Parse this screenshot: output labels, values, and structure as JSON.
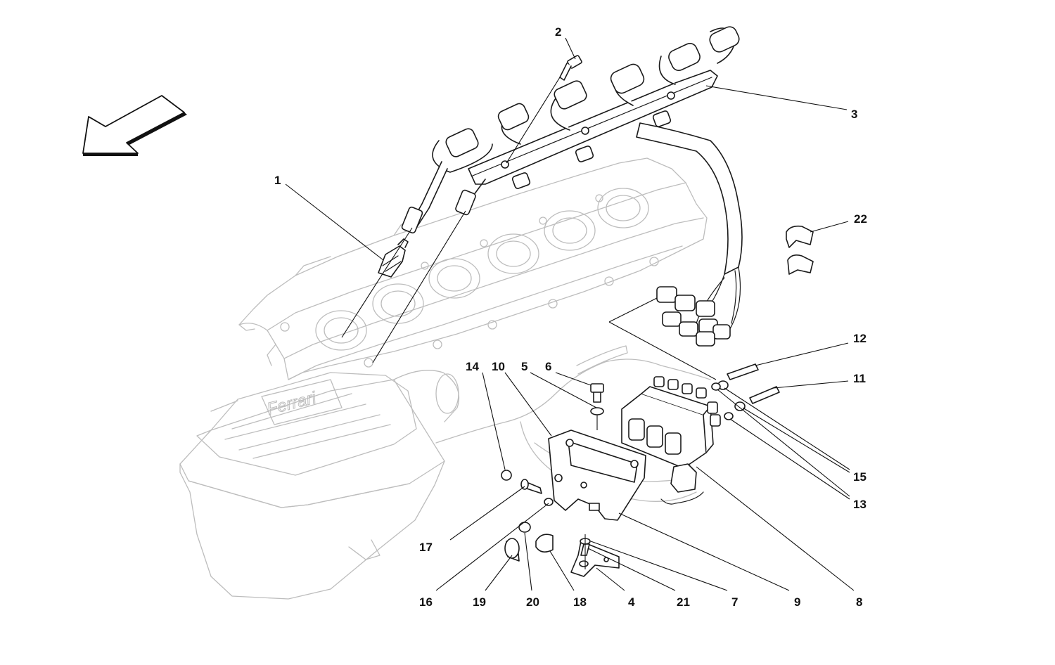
{
  "callouts": [
    {
      "id": "1",
      "label": "1"
    },
    {
      "id": "2",
      "label": "2"
    },
    {
      "id": "3",
      "label": "3"
    },
    {
      "id": "22",
      "label": "22"
    },
    {
      "id": "12",
      "label": "12"
    },
    {
      "id": "11",
      "label": "11"
    },
    {
      "id": "14",
      "label": "14"
    },
    {
      "id": "10",
      "label": "10"
    },
    {
      "id": "5",
      "label": "5"
    },
    {
      "id": "6",
      "label": "6"
    },
    {
      "id": "15",
      "label": "15"
    },
    {
      "id": "13",
      "label": "13"
    },
    {
      "id": "17",
      "label": "17"
    },
    {
      "id": "16",
      "label": "16"
    },
    {
      "id": "19",
      "label": "19"
    },
    {
      "id": "20",
      "label": "20"
    },
    {
      "id": "18",
      "label": "18"
    },
    {
      "id": "4",
      "label": "4"
    },
    {
      "id": "21",
      "label": "21"
    },
    {
      "id": "7",
      "label": "7"
    },
    {
      "id": "9",
      "label": "9"
    },
    {
      "id": "8",
      "label": "8"
    }
  ],
  "colors": {
    "parts": "#1a1a1a",
    "ghost_engine": "#bdbdbd",
    "background": "#ffffff"
  },
  "icons": {
    "direction": "front-direction-arrow-icon"
  }
}
